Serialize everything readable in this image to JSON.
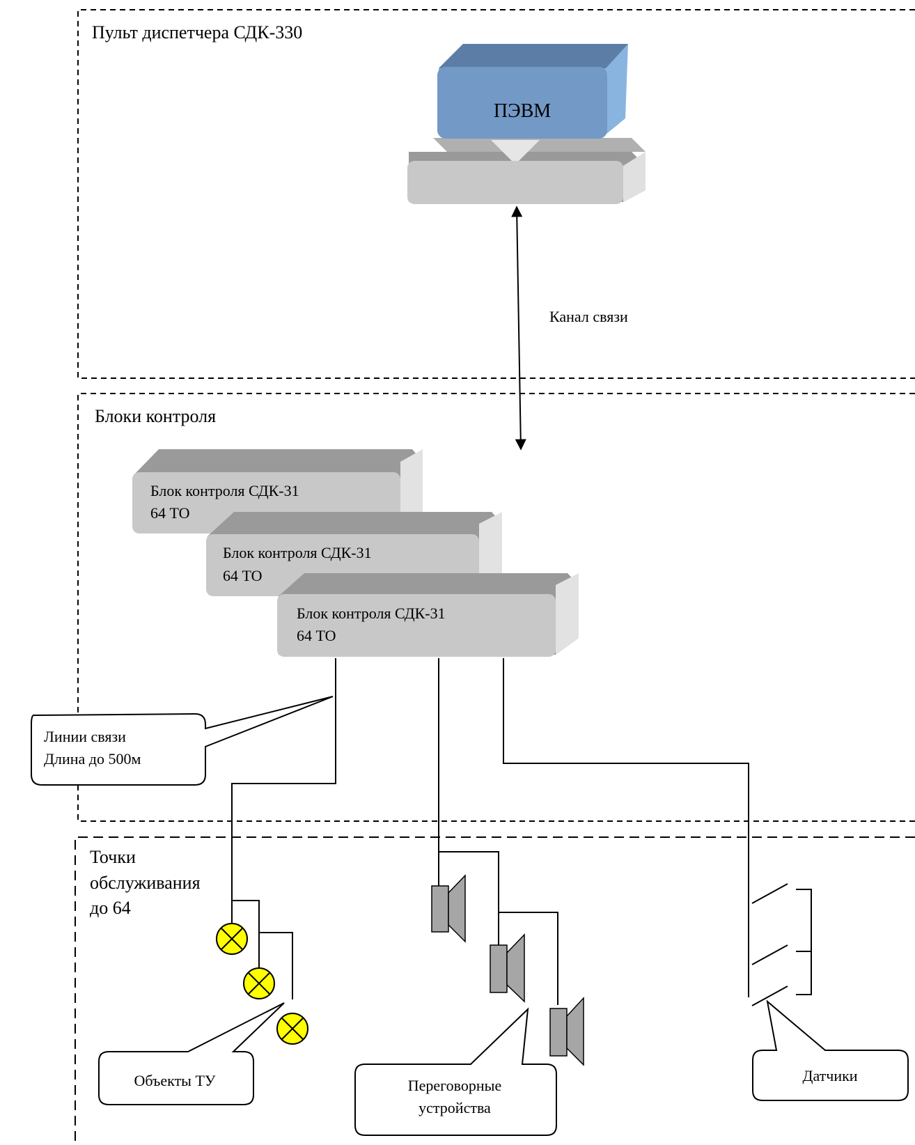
{
  "zones": {
    "top": {
      "title": "Пульт диспетчера СДК-330"
    },
    "middle": {
      "title": "Блоки контроля"
    },
    "bottom": {
      "title_lines": [
        "Точки",
        "обслуживания",
        "до 64"
      ]
    }
  },
  "computer": {
    "label": "ПЭВМ"
  },
  "channel": {
    "label": "Канал связи"
  },
  "blocks": [
    {
      "line1": "Блок контроля СДК-31",
      "line2": "64 ТО"
    },
    {
      "line1": "Блок контроля СДК-31",
      "line2": "64 ТО"
    },
    {
      "line1": "Блок контроля СДК-31",
      "line2": "64 ТО"
    }
  ],
  "callouts": {
    "lines": {
      "line1": "Линии связи",
      "line2": "Длина до 500м"
    },
    "objects": {
      "text": "Объекты ТУ"
    },
    "intercoms": {
      "line1": "Переговорные",
      "line2": "устройства"
    },
    "sensors": {
      "text": "Датчики"
    }
  },
  "colors": {
    "computer_front": "#7399c6",
    "computer_top": "#5c7ea6",
    "computer_side": "#8ab4e0",
    "block_front": "#c8c8c8",
    "block_top": "#9a9a9a",
    "block_side": "#e2e2e2",
    "lamp": "#ffff00",
    "speaker": "#a6a6a6"
  },
  "icons": [
    "lamp-icon",
    "speaker-icon",
    "switch-icon"
  ]
}
